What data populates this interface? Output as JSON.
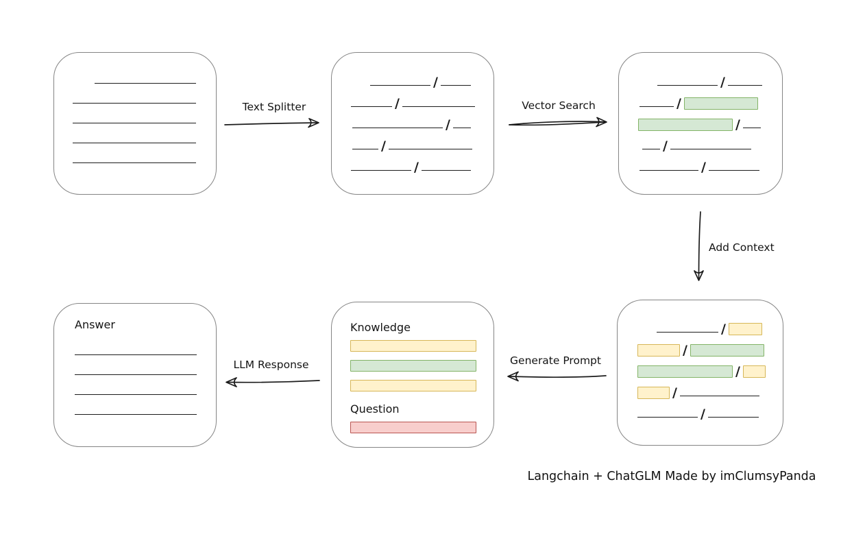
{
  "caption": "Langchain + ChatGLM Made by imClumsyPanda",
  "colors": {
    "line": "#1b1b1b",
    "green_fill": "#d5e8d4",
    "green_border": "#82b366",
    "yellow_fill": "#fff2cc",
    "yellow_border": "#d6b656",
    "red_fill": "#f8cecc",
    "red_border": "#b85450"
  },
  "arrows": {
    "text_splitter": "Text Splitter",
    "vector_search": "Vector Search",
    "add_context": "Add Context",
    "generate_prompt": "Generate Prompt",
    "llm_response": "LLM Response"
  },
  "boxes": {
    "document": {
      "lines": [
        {
          "ind": 32,
          "w": 148
        },
        {
          "ind": 0,
          "w": 180
        },
        {
          "ind": 0,
          "w": 180
        },
        {
          "ind": 0,
          "w": 180
        },
        {
          "ind": 0,
          "w": 180
        }
      ]
    },
    "chunks": {
      "rows": [
        {
          "ind": 28,
          "segs": [
            {
              "t": "line",
              "w": 88
            },
            {
              "t": "slash"
            },
            {
              "t": "line",
              "w": 44
            }
          ]
        },
        {
          "ind": 0,
          "segs": [
            {
              "t": "line",
              "w": 60
            },
            {
              "t": "slash"
            },
            {
              "t": "line",
              "w": 106
            }
          ]
        },
        {
          "ind": 2,
          "segs": [
            {
              "t": "line",
              "w": 132
            },
            {
              "t": "slash"
            },
            {
              "t": "line",
              "w": 26
            }
          ]
        },
        {
          "ind": 2,
          "segs": [
            {
              "t": "line",
              "w": 38
            },
            {
              "t": "slash"
            },
            {
              "t": "line",
              "w": 122
            }
          ]
        },
        {
          "ind": 0,
          "segs": [
            {
              "t": "line",
              "w": 88
            },
            {
              "t": "slash"
            },
            {
              "t": "line",
              "w": 72
            }
          ]
        }
      ]
    },
    "matches": {
      "rows": [
        {
          "ind": 28,
          "segs": [
            {
              "t": "line",
              "w": 88
            },
            {
              "t": "slash"
            },
            {
              "t": "line",
              "w": 50
            }
          ]
        },
        {
          "ind": 2,
          "segs": [
            {
              "t": "line",
              "w": 50
            },
            {
              "t": "slash"
            },
            {
              "t": "green",
              "w": 106
            }
          ]
        },
        {
          "ind": 0,
          "segs": [
            {
              "t": "green",
              "w": 136
            },
            {
              "t": "slash"
            },
            {
              "t": "line",
              "w": 26
            }
          ]
        },
        {
          "ind": 6,
          "segs": [
            {
              "t": "line",
              "w": 26
            },
            {
              "t": "slash"
            },
            {
              "t": "line",
              "w": 118
            }
          ]
        },
        {
          "ind": 2,
          "segs": [
            {
              "t": "line",
              "w": 86
            },
            {
              "t": "slash"
            },
            {
              "t": "line",
              "w": 74
            }
          ]
        }
      ]
    },
    "context": {
      "rows": [
        {
          "ind": 28,
          "segs": [
            {
              "t": "line",
              "w": 90
            },
            {
              "t": "slash"
            },
            {
              "t": "yellow",
              "w": 47
            }
          ]
        },
        {
          "ind": 0,
          "segs": [
            {
              "t": "yellow",
              "w": 60
            },
            {
              "t": "slash"
            },
            {
              "t": "green",
              "w": 106
            }
          ]
        },
        {
          "ind": 0,
          "segs": [
            {
              "t": "green",
              "w": 137
            },
            {
              "t": "slash"
            },
            {
              "t": "yellow",
              "w": 31
            }
          ]
        },
        {
          "ind": 0,
          "segs": [
            {
              "t": "yellow",
              "w": 45
            },
            {
              "t": "slash"
            },
            {
              "t": "line",
              "w": 116
            }
          ]
        },
        {
          "ind": 0,
          "segs": [
            {
              "t": "line",
              "w": 88
            },
            {
              "t": "slash"
            },
            {
              "t": "line",
              "w": 74
            }
          ]
        }
      ]
    },
    "prompt": {
      "knowledge_label": "Knowledge",
      "knowledge_bars": [
        "yellow",
        "green",
        "yellow"
      ],
      "question_label": "Question",
      "question_bars": [
        "red"
      ]
    },
    "answer": {
      "label": "Answer",
      "lines": [
        {
          "ind": 0,
          "w": 178
        },
        {
          "ind": 0,
          "w": 178
        },
        {
          "ind": 0,
          "w": 178
        },
        {
          "ind": 0,
          "w": 178
        }
      ]
    }
  }
}
